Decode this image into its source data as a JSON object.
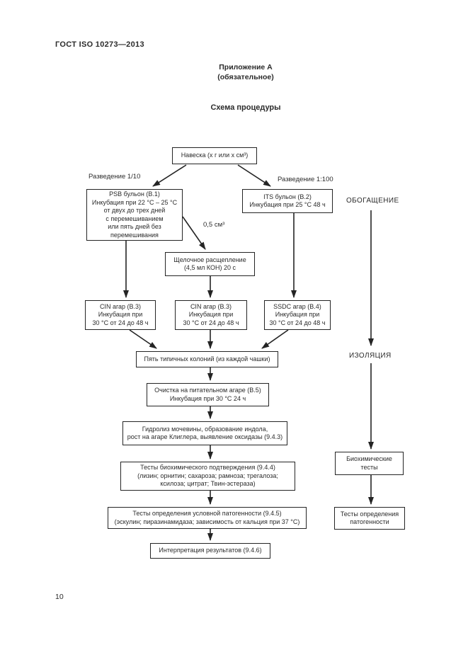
{
  "document": {
    "standard_code": "ГОСТ ISO 10273—2013",
    "appendix_title": "Приложение А",
    "appendix_type": "(обязательное)",
    "scheme_title": "Схема процедуры",
    "page_number": "10"
  },
  "flowchart": {
    "nodes": {
      "sample": "Навеска (х г или х см³)",
      "psb_broth": "PSB бульон (В.1)\nИнкубация при 22 °С – 25 °С\nот двух до трех дней\nс перемешиванием\nили пять дней без\nперемешивания",
      "its_broth": "ITS бульон (В.2)\nИнкубация при 25 °С 48 ч",
      "alkaline_treatment": "Щелочное расщепление\n(4,5 мл КОН) 20 с",
      "cin_agar_1": "CIN агар (В.3)\nИнкубация при\n30 °С от 24 до 48 ч",
      "cin_agar_2": "CIN агар (В.3)\nИнкубация при\n30 °С от 24 до 48 ч",
      "ssdc_agar": "SSDC агар (В.4)\nИнкубация при\n30 °С от 24 до 48 ч",
      "five_colonies": "Пять типичных колоний (из каждой чашки)",
      "purification": "Очистка на питательном агаре (В.5)\nИнкубация при 30 °С 24 ч",
      "urea_hydrolysis": "Гидролиз мочевины, образование индола,\nрост на агаре Клиглера, выявление оксидазы (9.4.3)",
      "biochemical_confirmation": "Тесты биохимического подтверждения (9.4.4)\n(лизин; орнитин; сахароза; рамноза; трегалоза;\nксилоза; цитрат; Твин-эстераза)",
      "conditional_pathogenicity": "Тесты определения условной патогенности (9.4.5)\n(эскулин; пиразинамидаза; зависимость от кальция при 37 °С)",
      "interpretation": "Интерпретация результатов (9.4.6)",
      "biochemical_tests": "Биохимические\nтесты",
      "pathogenicity_tests": "Тесты определения\nпатогенности"
    },
    "labels": {
      "dilution_1_10": "Разведение 1/10",
      "dilution_1_100": "Разведение 1:100",
      "volume_0_5": "0,5 см³",
      "stage_enrichment": "ОБОГАЩЕНИЕ",
      "stage_isolation": "ИЗОЛЯЦИЯ"
    }
  }
}
